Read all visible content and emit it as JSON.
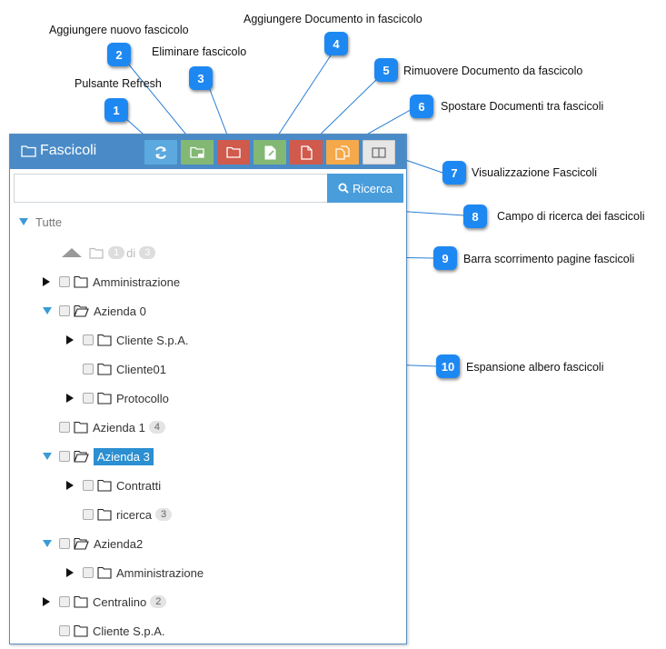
{
  "panel": {
    "title": "Fascicoli",
    "header_color": "#4a8bc7",
    "toolbar": [
      {
        "name": "refresh-button",
        "icon": "refresh-icon",
        "color": "#5ba9de"
      },
      {
        "name": "add-folder-button",
        "icon": "folder-add-icon",
        "color": "#83b874"
      },
      {
        "name": "delete-folder-button",
        "icon": "folder-delete-icon",
        "color": "#d05a4c"
      },
      {
        "name": "add-document-button",
        "icon": "document-add-icon",
        "color": "#83b874"
      },
      {
        "name": "remove-document-button",
        "icon": "document-remove-icon",
        "color": "#d05a4c"
      },
      {
        "name": "move-documents-button",
        "icon": "documents-move-icon",
        "color": "#f5a94a"
      },
      {
        "name": "view-toggle-button",
        "icon": "columns-icon",
        "color": "#e6e6e6"
      }
    ],
    "search": {
      "value": "",
      "placeholder": "",
      "button_label": "Ricerca"
    },
    "pager": {
      "current": "1",
      "of": "di",
      "total": "3"
    },
    "tree": {
      "root": "Tutte",
      "nodes": [
        {
          "label": "Amministrazione",
          "badge": "",
          "expand": "collapsed",
          "level": 1
        },
        {
          "label": "Azienda 0",
          "badge": "",
          "expand": "expanded",
          "level": 1
        },
        {
          "label": "Cliente S.p.A.",
          "badge": "",
          "expand": "collapsed",
          "level": 2
        },
        {
          "label": "Cliente01",
          "badge": "",
          "expand": "none",
          "level": 2
        },
        {
          "label": "Protocollo",
          "badge": "",
          "expand": "collapsed",
          "level": 2
        },
        {
          "label": "Azienda 1",
          "badge": "4",
          "expand": "none",
          "level": 1
        },
        {
          "label": "Azienda 3",
          "badge": "",
          "expand": "expanded",
          "level": 1,
          "selected": true
        },
        {
          "label": "Contratti",
          "badge": "",
          "expand": "collapsed",
          "level": 2
        },
        {
          "label": "ricerca",
          "badge": "3",
          "expand": "none",
          "level": 2
        },
        {
          "label": "Azienda2",
          "badge": "",
          "expand": "expanded",
          "level": 1
        },
        {
          "label": "Amministrazione",
          "badge": "",
          "expand": "collapsed",
          "level": 2
        },
        {
          "label": "Centralino",
          "badge": "2",
          "expand": "collapsed",
          "level": 1
        },
        {
          "label": "Cliente S.p.A.",
          "badge": "",
          "expand": "none",
          "level": 1
        }
      ]
    }
  },
  "callouts": [
    {
      "num": "1",
      "label": "Pulsante Refresh"
    },
    {
      "num": "2",
      "label": "Aggiungere nuovo fascicolo"
    },
    {
      "num": "3",
      "label": "Eliminare fascicolo"
    },
    {
      "num": "4",
      "label": "Aggiungere Documento in fascicolo"
    },
    {
      "num": "5",
      "label": "Rimuovere Documento da fascicolo"
    },
    {
      "num": "6",
      "label": "Spostare Documenti tra fascicoli"
    },
    {
      "num": "7",
      "label": "Visualizzazione Fascicoli"
    },
    {
      "num": "8",
      "label": "Campo di ricerca dei fascicoli"
    },
    {
      "num": "9",
      "label": "Barra scorrimento pagine fascicoli"
    },
    {
      "num": "10",
      "label": "Espansione albero fascicoli"
    }
  ],
  "callout_color": "#1e88f2"
}
